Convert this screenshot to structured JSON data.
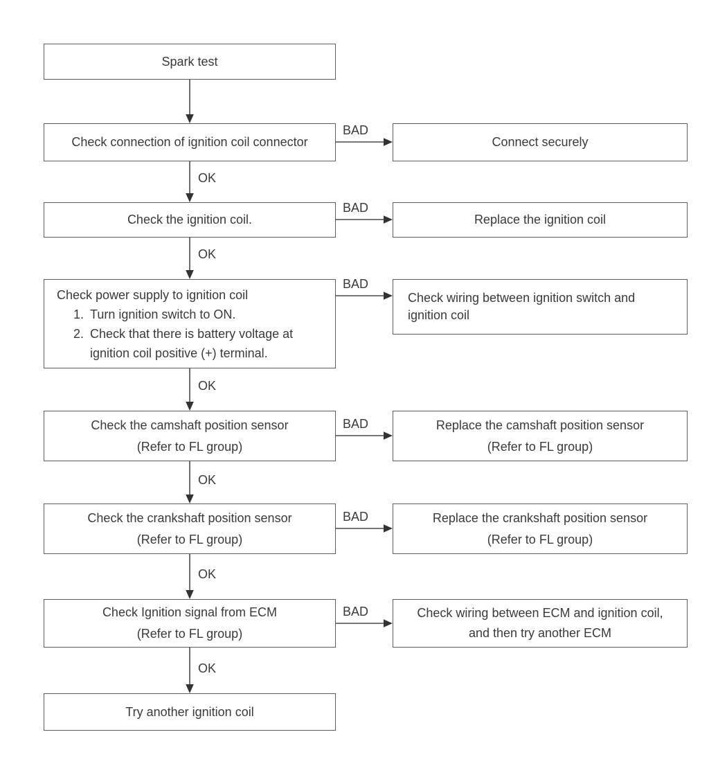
{
  "labels": {
    "ok": "OK",
    "bad": "BAD"
  },
  "nodes": {
    "spark_test": "Spark test",
    "check_connector": "Check connection of ignition coil connector",
    "connect_securely": "Connect securely",
    "check_coil": "Check the ignition coil.",
    "replace_coil": "Replace the ignition coil",
    "power_supply": {
      "title": "Check power supply to ignition coil",
      "items": [
        {
          "num": "1.",
          "text": "Turn ignition switch to ON."
        },
        {
          "num": "2.",
          "text": "Check that there is battery voltage at ignition coil positive (+) terminal."
        }
      ]
    },
    "check_wiring_switch": "Check wiring between ignition switch and ignition coil",
    "camshaft": {
      "line1": "Check the camshaft position sensor",
      "line2": "(Refer to FL group)"
    },
    "replace_camshaft": {
      "line1": "Replace the camshaft position sensor",
      "line2": "(Refer to FL group)"
    },
    "crankshaft": {
      "line1": "Check the crankshaft position sensor",
      "line2": "(Refer to FL group)"
    },
    "replace_crankshaft": {
      "line1": "Replace the crankshaft position sensor",
      "line2": "(Refer to FL group)"
    },
    "ecm_signal": {
      "line1": "Check Ignition signal from ECM",
      "line2": "(Refer to FL group)"
    },
    "check_wiring_ecm": {
      "line1": "Check wiring between ECM and ignition coil,",
      "line2": "and then try another ECM"
    },
    "try_another_coil": "Try another ignition coil"
  }
}
